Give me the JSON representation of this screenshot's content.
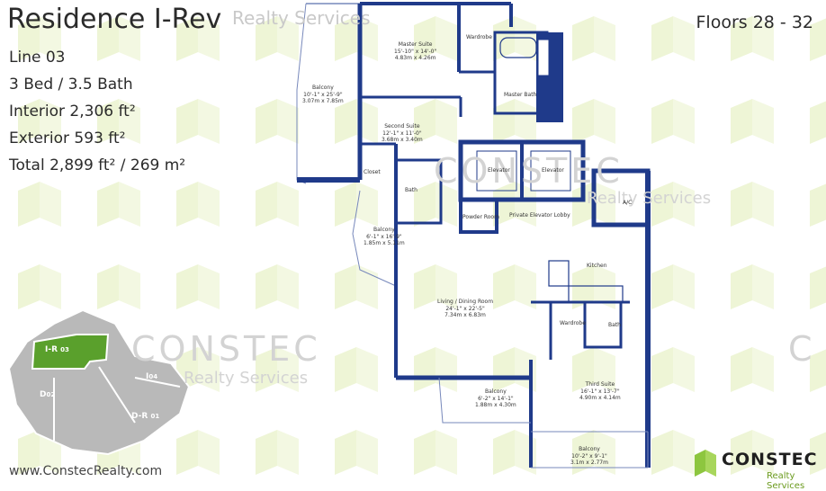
{
  "header": {
    "title": "Residence I-Rev",
    "floors": "Floors 28 - 32",
    "watermark_top": "Realty Services"
  },
  "unit": {
    "line": "Line 03",
    "beds_baths": "3 Bed / 3.5 Bath",
    "interior": "Interior 2,306 ft²",
    "exterior": "Exterior 593 ft²",
    "total": "Total 2,899 ft² / 269 m²"
  },
  "rooms": {
    "master_suite": {
      "name": "Master Suite",
      "dims1": "15'-10\" x 14'-0\"",
      "dims2": "4.83m x 4.26m"
    },
    "wardrobe1": {
      "name": "Wardrobe"
    },
    "master_bath": {
      "name": "Master Bath"
    },
    "balcony1": {
      "name": "Balcony",
      "dims1": "10'-1\" x 25'-9\"",
      "dims2": "3.07m x 7.85m"
    },
    "second_suite": {
      "name": "Second Suite",
      "dims1": "12'-1\" x 11'-0\"",
      "dims2": "3.68m x 3.40m"
    },
    "closet": {
      "name": "Closet"
    },
    "bath1": {
      "name": "Bath"
    },
    "elevator1": {
      "name": "Elevator"
    },
    "elevator2": {
      "name": "Elevator"
    },
    "ac": {
      "name": "A/C"
    },
    "balcony2": {
      "name": "Balcony",
      "dims1": "6'-1\" x 16'-9\"",
      "dims2": "1.85m x 5.11m"
    },
    "powder_room": {
      "name": "Powder Room"
    },
    "elevator_lobby": {
      "name": "Private Elevator Lobby"
    },
    "kitchen": {
      "name": "Kitchen"
    },
    "living_dining": {
      "name": "Living / Dining Room",
      "dims1": "24'-1\" x 22'-5\"",
      "dims2": "7.34m x 6.83m"
    },
    "wardrobe2": {
      "name": "Wardrobe"
    },
    "bath2": {
      "name": "Bath"
    },
    "third_suite": {
      "name": "Third Suite",
      "dims1": "16'-1\" x 13'-7\"",
      "dims2": "4.90m x 4.14m"
    },
    "balcony3": {
      "name": "Balcony",
      "dims1": "6'-2\" x 14'-1\"",
      "dims2": "1.88m x 4.30m"
    },
    "balcony4": {
      "name": "Balcony",
      "dims1": "10'-2\" x 9'-1\"",
      "dims2": "3.1m x 2.77m"
    }
  },
  "keyplan": {
    "highlight": "I-R",
    "highlight_sub": "03",
    "unit_i": "I",
    "unit_i_sub": "04",
    "unit_d": "D",
    "unit_d_sub": "02",
    "unit_dr": "D-R",
    "unit_dr_sub": "01"
  },
  "watermark": {
    "brand": "CONSTEC",
    "sub": "Realty Services"
  },
  "footer": {
    "url": "www.ConstecRealty.com",
    "logo_text": "CONSTEC",
    "logo_sub": "Realty Services"
  },
  "colors": {
    "wall": "#1f3a8a",
    "accent_green": "#8dc63f",
    "pattern": "#eef5d8",
    "keyplan_gray": "#b9b9b9"
  }
}
